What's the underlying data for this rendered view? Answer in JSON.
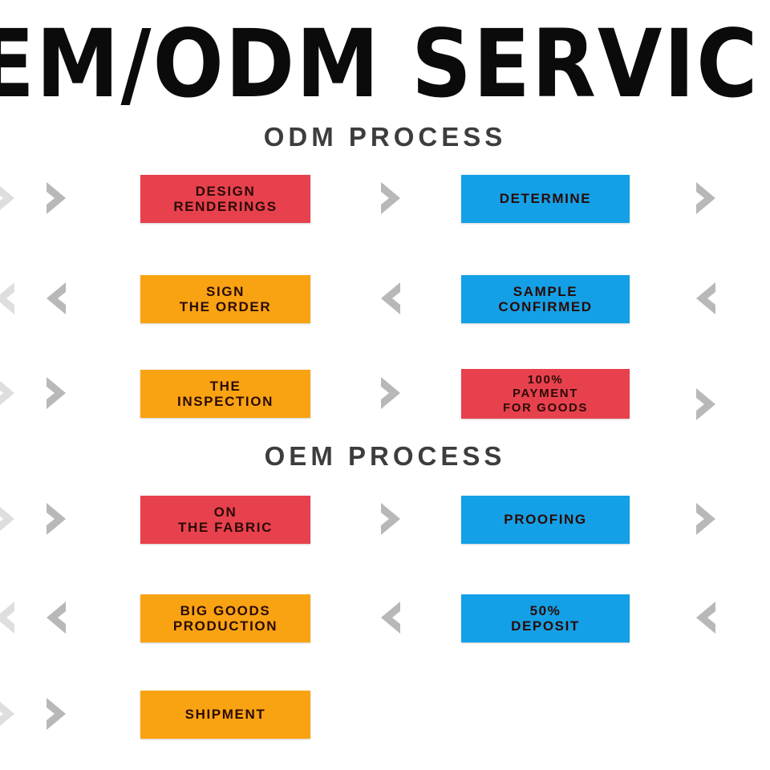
{
  "banner": {
    "title": "EM/ODM SERVIC",
    "full_title": "OEM/ODM SERVICE"
  },
  "sections": [
    {
      "id": "odm",
      "heading": "ODM PROCESS",
      "rows": [
        {
          "direction": "right",
          "left_box": {
            "label": "DESIGN\nRENDERINGS",
            "color": "#E8414E",
            "color_name": "red"
          },
          "right_box": {
            "label": "DETERMINE",
            "color": "#14A0E6",
            "color_name": "blue"
          }
        },
        {
          "direction": "left",
          "left_box": {
            "label": "SIGN\nTHE ORDER",
            "color": "#F9A313",
            "color_name": "orange"
          },
          "right_box": {
            "label": "SAMPLE\nCONFIRMED",
            "color": "#14A0E6",
            "color_name": "blue"
          }
        },
        {
          "direction": "right",
          "left_box": {
            "label": "THE\nINSPECTION",
            "color": "#F9A313",
            "color_name": "orange"
          },
          "right_box": {
            "label": "100%\nPAYMENT\nFOR GOODS",
            "color": "#E8414E",
            "color_name": "red"
          }
        }
      ]
    },
    {
      "id": "oem",
      "heading": "OEM PROCESS",
      "rows": [
        {
          "direction": "right",
          "left_box": {
            "label": "ON\nTHE FABRIC",
            "color": "#E8414E",
            "color_name": "red"
          },
          "right_box": {
            "label": "PROOFING",
            "color": "#14A0E6",
            "color_name": "blue"
          }
        },
        {
          "direction": "left",
          "left_box": {
            "label": "BIG GOODS\nPRODUCTION",
            "color": "#F9A313",
            "color_name": "orange"
          },
          "right_box": {
            "label": "50%\nDEPOSIT",
            "color": "#14A0E6",
            "color_name": "blue"
          }
        },
        {
          "direction": "right",
          "left_box": {
            "label": "SHIPMENT",
            "color": "#F9A313",
            "color_name": "orange"
          },
          "right_box": null
        }
      ]
    }
  ],
  "arrows": {
    "right_icon": "chevron-right-icon",
    "left_icon": "chevron-left-icon",
    "color": "#b8b8b8"
  },
  "palette": {
    "background": "#FFFFFF",
    "red": "#E8414E",
    "blue": "#14A0E6",
    "orange": "#F9A313",
    "heading_text": "#3D3D3D",
    "box_text": "#2A0B06",
    "arrow_gray": "#B8B8B8",
    "title_text": "#0B0B0B"
  }
}
